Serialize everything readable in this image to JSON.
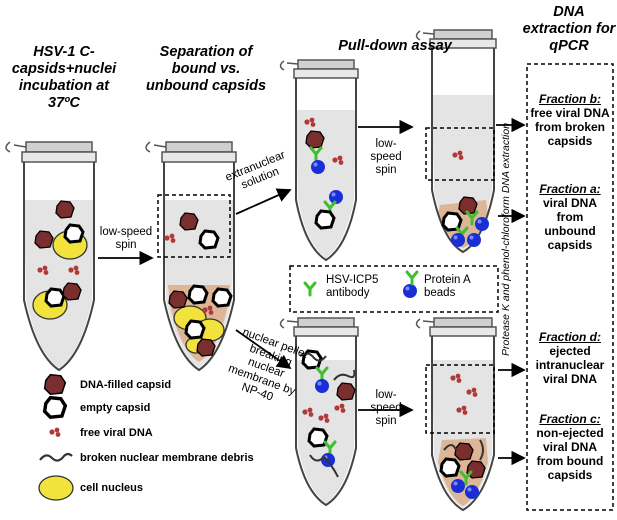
{
  "titles": {
    "col1": "HSV-1 C-capsids+nuclei incubation at 37ºC",
    "col2": "Separation of bound vs. unbound capsids",
    "col3": "Pull-down assay",
    "col4": "DNA extraction for qPCR"
  },
  "labels": {
    "spin1": "low-speed spin",
    "extranuclear": "extranuclear solution",
    "spin2": "low-speed spin",
    "nuclear_pellet": "nuclear pellet breaking nuclear membrane by NP-40",
    "spin3": "low-speed spin",
    "protease": "Protease K and phenol-chloroform DNA extraction"
  },
  "reagents": {
    "antibody": "HSV-ICP5 antibody",
    "beads": "Protein A beads"
  },
  "legend": [
    {
      "icon": "dna-filled-capsid-icon",
      "text": "DNA-filled capsid"
    },
    {
      "icon": "empty-capsid-icon",
      "text": "empty capsid"
    },
    {
      "icon": "free-viral-dna-icon",
      "text": "free viral DNA"
    },
    {
      "icon": "membrane-debris-icon",
      "text": "broken nuclear membrane debris"
    },
    {
      "icon": "cell-nucleus-icon",
      "text": "cell nucleus"
    }
  ],
  "fractions": [
    {
      "name": "Fraction b:",
      "text": "free viral DNA from broken capsids"
    },
    {
      "name": "Fraction a:",
      "text": "viral DNA from unbound capsids"
    },
    {
      "name": "Fraction d:",
      "text": "ejected intranuclear viral DNA"
    },
    {
      "name": "Fraction c:",
      "text": "non-ejected viral DNA from bound capsids"
    }
  ],
  "colors": {
    "capsid_fill": "#7a2e2e",
    "free_dna": "#b03a3a",
    "nucleus": "#f2e23c",
    "bead": "#1a2ed6",
    "antibody": "#3fbf2f",
    "liquid": "#e4e4e4",
    "pellet": "#d9a77c"
  }
}
